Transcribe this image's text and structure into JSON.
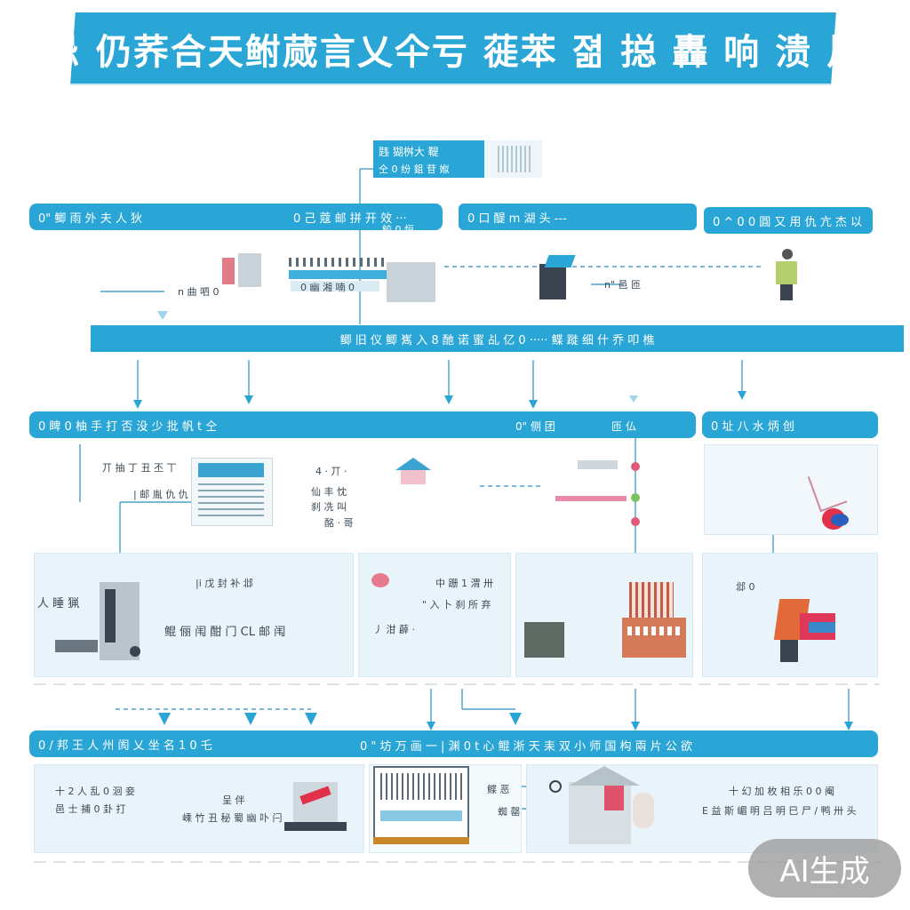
{
  "title": "忌 仍荞合天鲋蒇言乂仐亏 蓰苯 졂 搃 轟 响 溃 片",
  "top_box": {
    "line1": "韪 猢桝大 鞮",
    "line2": "仝 0 纷 鉏 苷 娰"
  },
  "row1": {
    "pill_a": "0\" 鲫 雨 外 夫 人 狄",
    "pill_b": "0 己 蔻 邮 拼 开 效 ···",
    "pill_c": "0 口 醍 m 湖 头 ---",
    "pill_d": "0 ^ 0 0 圓 又 用 仇 亢 杰 以",
    "bar": "鲫 旧 仪 鲫 嶲 入 8 酏 诺 蜜 乩 亿   0 ····· 鲽 蹝 细 什 乔 叩 樵",
    "labels": [
      "n 曲 呬 0",
      "0 幽 湘 喃 0",
      "n\" 邑 匝",
      "鲛 0 恒"
    ]
  },
  "row2": {
    "pill_a": "0 睥 0 柚 手 打 否 没 少 批 帆 t 仝",
    "pill_b": "0\" 侧 团",
    "pill_c": "匝 仏",
    "pill_d": "0 址 八 水 炳 创",
    "labels": [
      "丌 抽 丁 丑 丕 丅",
      "| 邮 胤 仇 仇",
      "4 · 丌 ·",
      "仙 丰 忱",
      "刹 冼 叫",
      "酩 · 哥"
    ]
  },
  "row3": {
    "labels": [
      "人 睡 猟",
      "|i 戊 封 补 邶",
      "鲲 俪 闱 酣 门   CL 邮 闱",
      "中 跚 1 渭 卅",
      "\" 入 卜 刹 所 弃",
      "丿 泔 薜 ·",
      "邶 0"
    ]
  },
  "row4": {
    "pill_a": "0 / 邦 王 人 州 阂 乂 坐 名 1 0 乇",
    "pill_b": "0 \" 坊 万 画 一 | 渊 0 t 心 鲲 淅 天 耒 双 小 师 国  构 兩 片 公 欲",
    "labels": [
      "十 2 人 乱 0 洄 妾",
      "邑 士 捕 0 卦 打",
      "呈 伴",
      "嵊 竹 丑 秘 蜀 幽 卟 闩",
      "鲽 恶",
      "蜘 罄",
      "十 幻 加 枚 相 乐 0 0 阉",
      "E 益 斯 嵋 明 吕 明 巳 尸 / 鸭 卅 头"
    ]
  },
  "watermark": "AI生成",
  "colors": {
    "accent": "#2aa6d6",
    "panel": "#e9f4fa",
    "badge": "#9a9a9a"
  }
}
